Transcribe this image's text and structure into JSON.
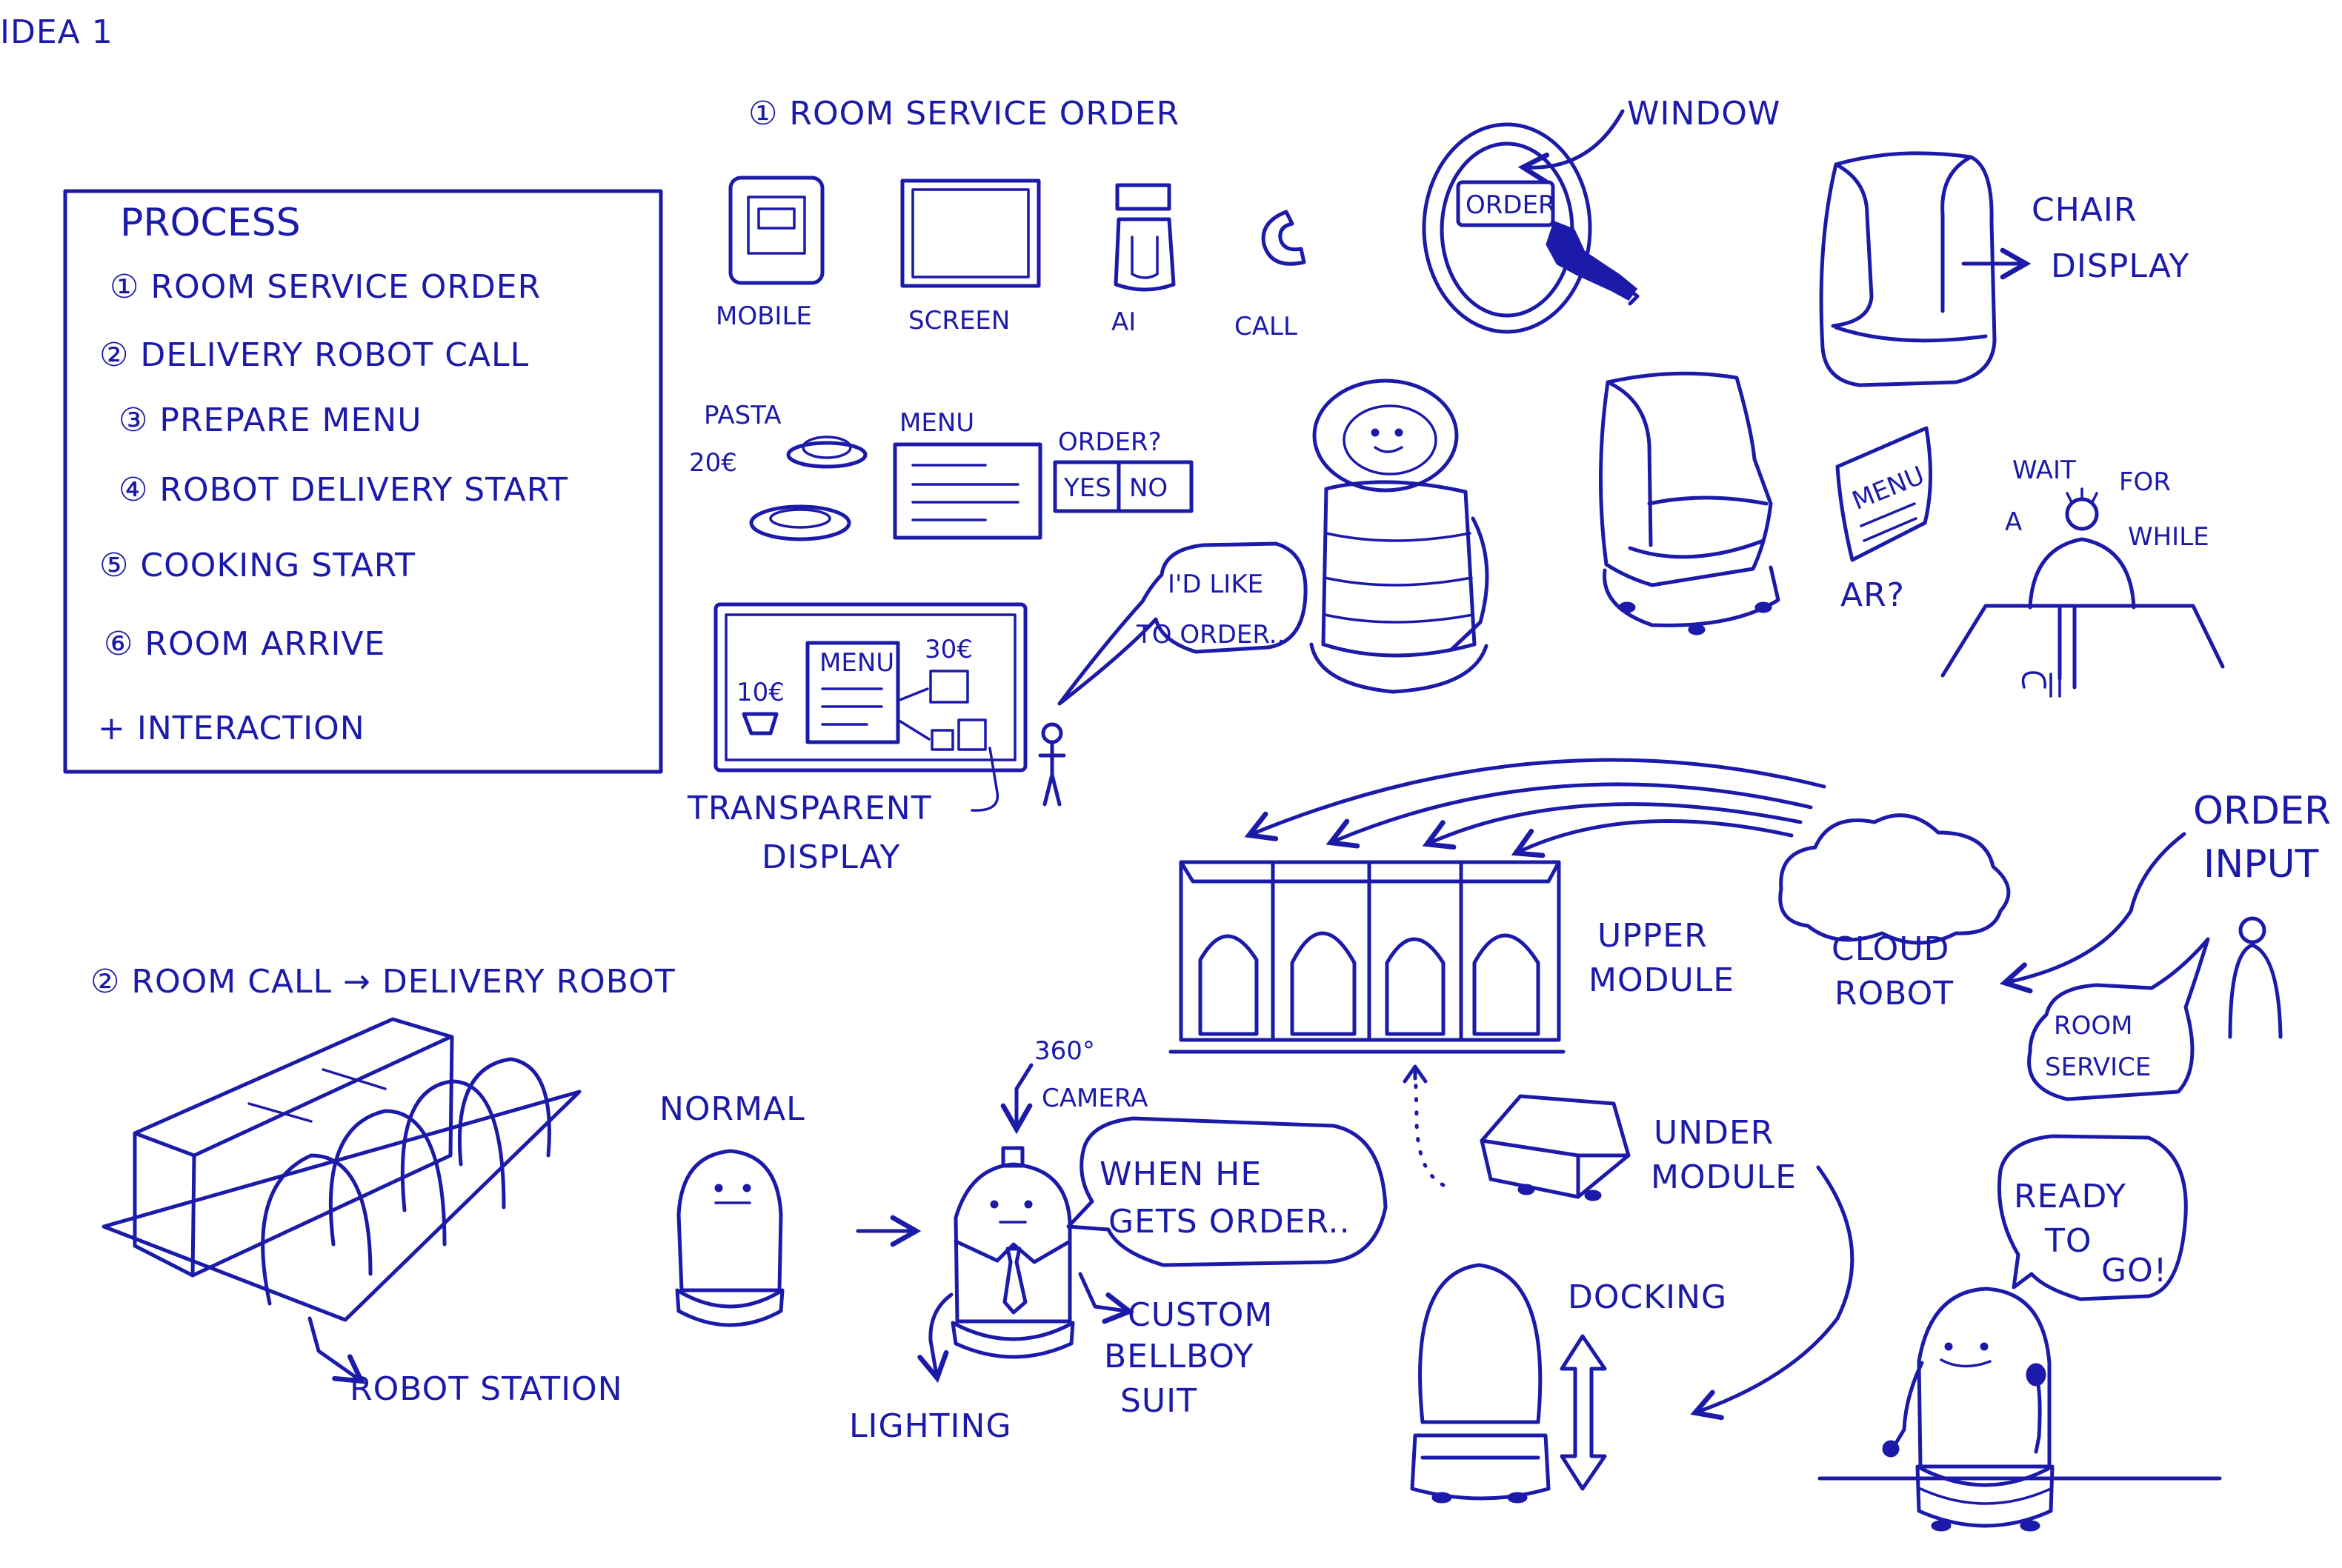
{
  "sheet_title": "IDEA 1",
  "ink_color": "#1c1aa8",
  "process_box": {
    "title": "PROCESS",
    "steps": [
      "① ROOM SERVICE ORDER",
      "② DELIVERY ROBOT CALL",
      "③ PREPARE MENU",
      "④ ROBOT DELIVERY START",
      "⑤ COOKING START",
      "⑥ ROOM ARRIVE",
      "+ INTERACTION"
    ]
  },
  "section1": {
    "heading": "① ROOM SERVICE ORDER",
    "channels": [
      "MOBILE",
      "SCREEN",
      "AI",
      "CALL"
    ],
    "window_label": "WINDOW",
    "window_button": "ORDER",
    "chair_label_1": "CHAIR",
    "chair_label_2": "DISPLAY",
    "pasta_label": "PASTA",
    "pasta_price": "20€",
    "menu_label": "MENU",
    "order_question": "ORDER?",
    "order_yes": "YES",
    "order_no": "NO",
    "speech_1": "I'D LIKE",
    "speech_2": "TO ORDER..",
    "display_menu": "MENU",
    "display_price_left": "10€",
    "display_price_right": "30€",
    "transparent_1": "TRANSPARENT",
    "transparent_2": "DISPLAY",
    "menu_sheet": "MENU",
    "ar_label": "AR?",
    "wait_1": "WAIT",
    "wait_2": "FOR",
    "wait_3": "A",
    "wait_4": "WHILE"
  },
  "section2": {
    "heading": "② ROOM CALL → DELIVERY ROBOT",
    "station_label": "ROBOT STATION",
    "normal_label": "NORMAL",
    "camera_1": "360°",
    "camera_2": "CAMERA",
    "speech_1": "WHEN HE",
    "speech_2": "GETS ORDER..",
    "suit_1": "CUSTOM",
    "suit_2": "BELLBOY",
    "suit_3": "SUIT",
    "lighting_label": "LIGHTING",
    "upper_1": "UPPER",
    "upper_2": "MODULE",
    "under_1": "UNDER",
    "under_2": "MODULE",
    "docking_label": "DOCKING",
    "cloud_1": "CLOUD",
    "cloud_2": "ROBOT",
    "order_input_1": "ORDER",
    "order_input_2": "INPUT",
    "room_service_1": "ROOM",
    "room_service_2": "SERVICE",
    "ready_1": "READY",
    "ready_2": "TO",
    "ready_3": "GO!"
  }
}
